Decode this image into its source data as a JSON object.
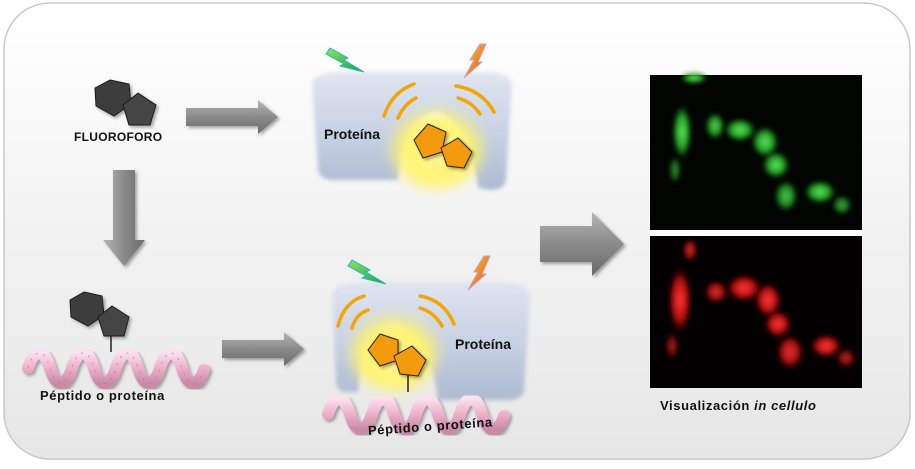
{
  "labels": {
    "fluoroforo": "FLUOROFORO",
    "proteina_top": "Proteína",
    "proteina_bottom": "Proteína",
    "peptido_left": "Péptido  o  proteína",
    "peptido_bottom": "Péptido  o  proteína",
    "visualizacion": "Visualización ",
    "in_cellulo": "in cellulo"
  },
  "colors": {
    "panel_bg_top": "#ffffff",
    "panel_bg_bottom": "#e9e9e9",
    "fluorophore_dark": "#3c3c3c",
    "fluorophore_orange": "#f39a0c",
    "protein_fill": "#c9d4e6",
    "glow": "#fff47a",
    "arc": "#f5a400",
    "helix": "#f1b6d2",
    "arrow": "#7d7d7d",
    "cell_green": "#3bd13b",
    "cell_red": "#e61a1a"
  }
}
